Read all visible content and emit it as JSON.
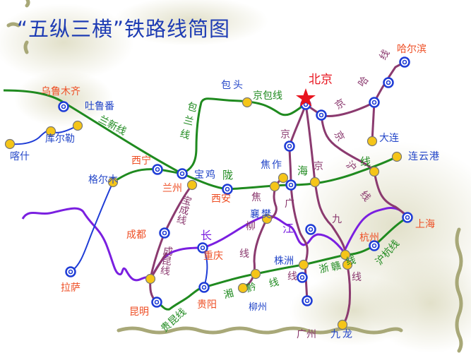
{
  "title": "“五纵三横”铁路线简图",
  "colors": {
    "title": "#1e3cb4",
    "major_city": "#ee4e24",
    "minor_city": "#2346c8",
    "horizontal_lines": "#1f8a1f",
    "vertical_lines": "#8b3a6f",
    "yangtze": "#7a1fe0",
    "station_yellow": "#f5c518",
    "station_blue": "#1e3cd6",
    "border": "#a8a878",
    "beijing_star": "#e8141e"
  },
  "cities": {
    "beijing": "北京",
    "harbin": "哈尔滨",
    "urumqi": "乌鲁木齐",
    "turpan": "吐鲁番",
    "korla": "库尔勒",
    "kashgar": "喀什",
    "xining": "西宁",
    "golmud": "格尔木",
    "lanzhou": "兰州",
    "baoji": "宝鸡",
    "xian": "西安",
    "baotou": "包头",
    "jiaozuo": "焦作",
    "xiangfan": "襄樊",
    "dalian": "大连",
    "lianyungang": "连云港",
    "shanghai": "上海",
    "hangzhou": "杭州",
    "chengdu": "成都",
    "chongqing": "重庆",
    "guiyang": "贵阳",
    "kunming": "昆明",
    "lhasa": "拉萨",
    "zhuzhou": "株洲",
    "liuzhou": "柳州",
    "guangzhou": "广州",
    "kowloon": "九龙"
  },
  "railways": {
    "lanxin": "兰新线",
    "baolan": "包兰线",
    "jingbao": "京包线",
    "longhai": [
      "陇",
      "海",
      "线"
    ],
    "jingha": [
      "京",
      "哈",
      "线"
    ],
    "jingguang": [
      "京",
      "广",
      "线"
    ],
    "jinghu": [
      "京",
      "沪",
      "线"
    ],
    "jingjiu": [
      "京",
      "九",
      "线"
    ],
    "jiaoliu": [
      "焦",
      "柳",
      "线"
    ],
    "baocheng": "宝成线",
    "chengkun": "成昆线",
    "guikun": "贵昆线",
    "xiangqian": [
      "湘",
      "黔",
      "线"
    ],
    "zhegan": [
      "浙",
      "赣",
      "线"
    ],
    "huhang": "沪杭线",
    "changjiang": [
      "长",
      "江"
    ]
  }
}
